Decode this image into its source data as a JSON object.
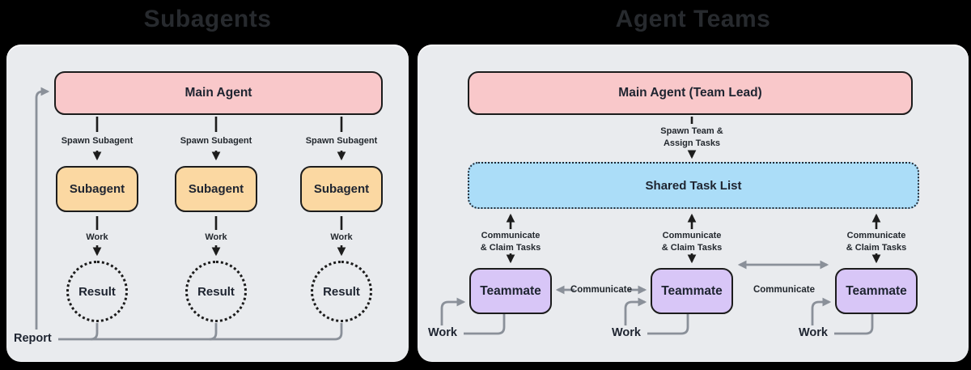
{
  "left_diagram": {
    "title": "Subagents",
    "main_agent_label": "Main Agent",
    "columns": [
      {
        "spawn_label": "Spawn Subagent",
        "agent_label": "Subagent",
        "work_label": "Work",
        "result_label": "Result"
      },
      {
        "spawn_label": "Spawn Subagent",
        "agent_label": "Subagent",
        "work_label": "Work",
        "result_label": "Result"
      },
      {
        "spawn_label": "Spawn Subagent",
        "agent_label": "Subagent",
        "work_label": "Work",
        "result_label": "Result"
      }
    ],
    "report_label": "Report"
  },
  "right_diagram": {
    "title": "Agent Teams",
    "main_agent_label": "Main Agent (Team Lead)",
    "spawn_label_line1": "Spawn Team &",
    "spawn_label_line2": "Assign Tasks",
    "shared_task_list_label": "Shared Task List",
    "columns": [
      {
        "claim_line1": "Communicate",
        "claim_line2": "& Claim Tasks",
        "teammate_label": "Teammate",
        "work_label": "Work"
      },
      {
        "claim_line1": "Communicate",
        "claim_line2": "& Claim Tasks",
        "teammate_label": "Teammate",
        "work_label": "Work"
      },
      {
        "claim_line1": "Communicate",
        "claim_line2": "& Claim Tasks",
        "teammate_label": "Teammate",
        "work_label": "Work"
      }
    ],
    "communicate_label_1": "Communicate",
    "communicate_label_2": "Communicate"
  },
  "colors": {
    "background": "#000000",
    "panel": "#e9ebee",
    "main_agent_fill": "#f9c8ca",
    "subagent_fill": "#fbd8a2",
    "shared_task_list_fill": "#abddf8",
    "teammate_fill": "#d8c6f7",
    "black_line": "#1c1c1c",
    "gray_line": "#8a9099",
    "title_text": "#272a2e",
    "text": "#1e2430"
  }
}
